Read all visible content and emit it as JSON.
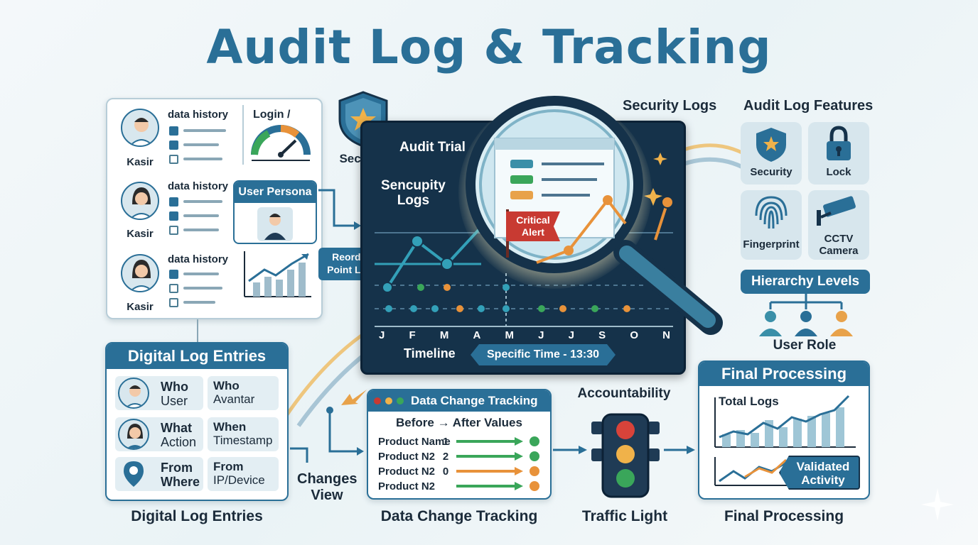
{
  "title": "Audit Log & Tracking",
  "left_panel": {
    "rows": [
      {
        "header": "data history",
        "name": "Kasir"
      },
      {
        "header": "data history",
        "name": "Kasir"
      },
      {
        "header": "data history",
        "name": "Kasir"
      }
    ],
    "login_label": "Login /",
    "user_persona": "User Persona",
    "reorder_tag": [
      "Reorder",
      "Point Line"
    ]
  },
  "security_badge_label": "Security",
  "center_panel": {
    "security_logs_heading": "Security Logs",
    "audit_trial": "Audit Trial",
    "sencupity_logs": [
      "Sencupity",
      "Logs"
    ],
    "critical_alert": [
      "Critical",
      "Alert"
    ],
    "months": [
      "J",
      "F",
      "M",
      "A",
      "M",
      "J",
      "J",
      "S",
      "O",
      "N"
    ],
    "timeline": "Timeline",
    "specific_time": "Specific Time - 13:30"
  },
  "features": {
    "heading": "Audit Log Features",
    "tiles": [
      "Security",
      "Lock",
      "Fingerprint",
      "CCTV Camera"
    ],
    "hierarchy": "Hierarchy Levels",
    "user_role": "User Role"
  },
  "digital_log": {
    "heading": "Digital Log Entries",
    "rows": [
      [
        "Who",
        "User",
        "Who",
        "Avantar"
      ],
      [
        "What",
        "Action",
        "When",
        "Timestamp"
      ],
      [
        "From",
        "Where",
        "From",
        "IP/Device"
      ]
    ],
    "caption": "Digital Log Entries"
  },
  "changes_view": [
    "Changes",
    "View"
  ],
  "data_change": {
    "heading": "Data Change Tracking",
    "subheading": "Before → After Values",
    "rows": [
      {
        "label": "Product Name",
        "num": ""
      },
      {
        "label": "Product N2",
        "num": "1"
      },
      {
        "label": "Product N2",
        "num": "2"
      },
      {
        "label": "Product N2",
        "num": "0"
      }
    ],
    "caption": "Data Change Tracking"
  },
  "accountability": {
    "heading": "Accountability",
    "caption": "Traffic Light"
  },
  "final_processing": {
    "heading": "Final Processing",
    "total_logs": "Total Logs",
    "validated": [
      "Validated",
      "Activity"
    ],
    "caption": "Final Processing"
  },
  "colors": {
    "primary": "#2a6f97",
    "dark_panel": "#15324a",
    "accent_orange": "#e8923a",
    "alert_red": "#c83a32",
    "green": "#3aa65a"
  }
}
